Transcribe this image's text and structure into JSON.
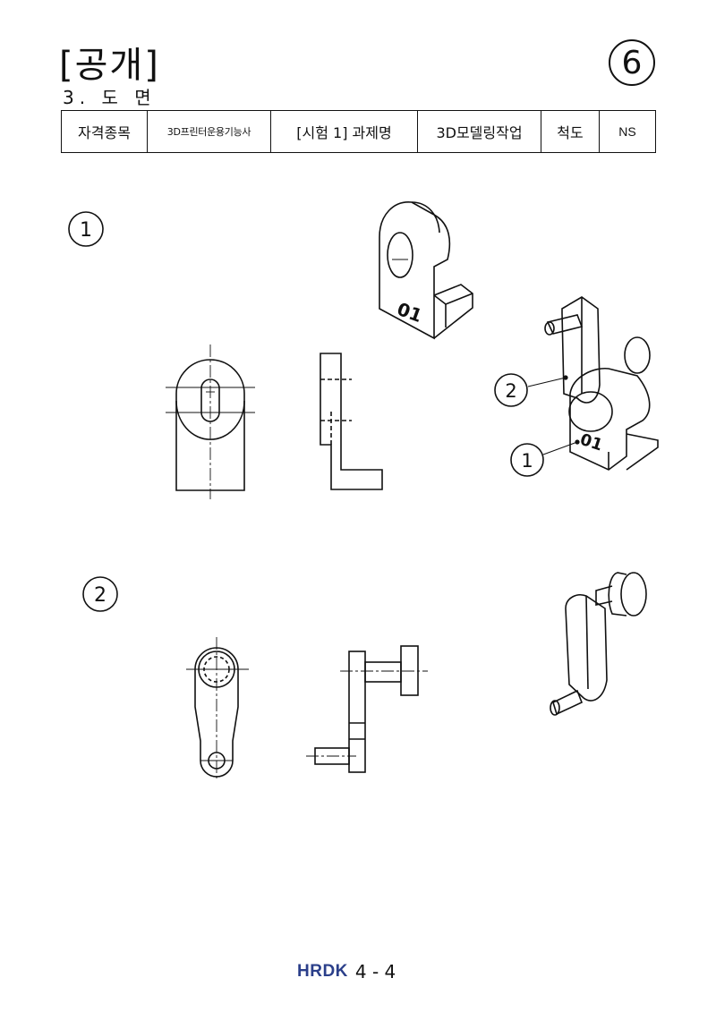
{
  "header": {
    "title": "[공개]",
    "section": "3. 도 면",
    "page_badge": "6"
  },
  "info_table": {
    "cells": [
      "자격종목",
      "3D프린터운용기능사",
      "[시험 1] 과제명",
      "3D모델링작업",
      "척도",
      "NS"
    ]
  },
  "drawing": {
    "part_labels": [
      "1",
      "2"
    ],
    "callouts": [
      "2",
      "1"
    ],
    "engraving": "01"
  },
  "footer": {
    "logo": "HRDK",
    "page": "4 - 4"
  }
}
